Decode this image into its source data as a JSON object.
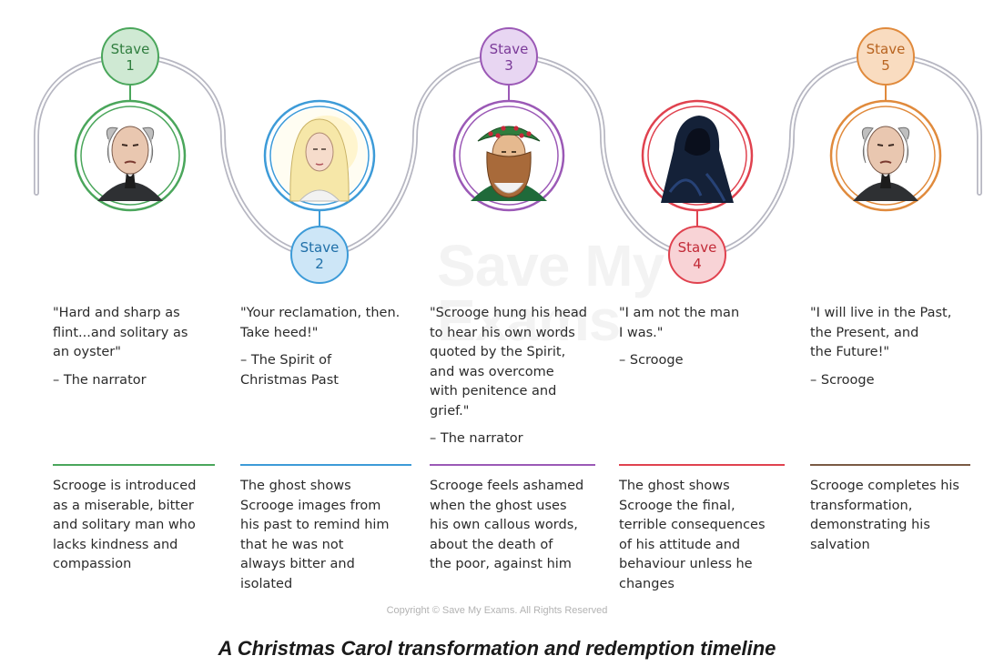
{
  "staves": [
    {
      "label": "Stave",
      "number": "1",
      "color": "#4aa65b",
      "fill": "#cfe9d3",
      "portrait": "scrooge-portrait",
      "quote": "\"Hard and sharp as\nflint...and solitary as\nan oyster\"",
      "attribution": "– The narrator",
      "description": "Scrooge is introduced\nas a miserable, bitter\nand solitary man who\nlacks kindness and\ncompassion"
    },
    {
      "label": "Stave",
      "number": "2",
      "color": "#3d9bd8",
      "fill": "#cde6f7",
      "portrait": "ghost-of-christmas-past-portrait",
      "quote": "\"Your reclamation, then.\nTake heed!\"",
      "attribution": "– The Spirit of\n   Christmas Past",
      "description": "The ghost shows\nScrooge images from\nhis past to remind him\nthat he was not\nalways bitter and\nisolated"
    },
    {
      "label": "Stave",
      "number": "3",
      "color": "#9b59b6",
      "fill": "#e8d6f2",
      "portrait": "ghost-of-christmas-present-portrait",
      "quote": "\"Scrooge hung his head\nto hear his own words\nquoted by the Spirit,\nand was overcome\nwith penitence and\ngrief.\"",
      "attribution": "– The narrator",
      "description": "Scrooge feels ashamed\nwhen the ghost uses\nhis own callous words,\nabout the death of\nthe poor, against him"
    },
    {
      "label": "Stave",
      "number": "4",
      "color": "#e0424f",
      "fill": "#f8d3d6",
      "portrait": "ghost-of-christmas-yet-to-come-portrait",
      "quote": "\"I am not the man\nI was.\"",
      "attribution": "– Scrooge",
      "description": "The ghost shows\nScrooge the final,\nterrible consequences\nof his attitude and\nbehaviour unless he\nchanges"
    },
    {
      "label": "Stave",
      "number": "5",
      "color": "#e08a3c",
      "fill": "#f9dcc0",
      "portrait": "reformed-scrooge-portrait",
      "quote": "\"I will live in the Past,\nthe Present, and\nthe Future!\"",
      "attribution": "– Scrooge",
      "description": "Scrooge completes his\ntransformation,\ndemonstrating his\nsalvation",
      "rule_color": "#7a5a44"
    }
  ],
  "watermark": "Save My\nExams",
  "copyright": "Copyright © Save My Exams. All Rights Reserved",
  "caption": "A Christmas Carol transformation and redemption timeline"
}
